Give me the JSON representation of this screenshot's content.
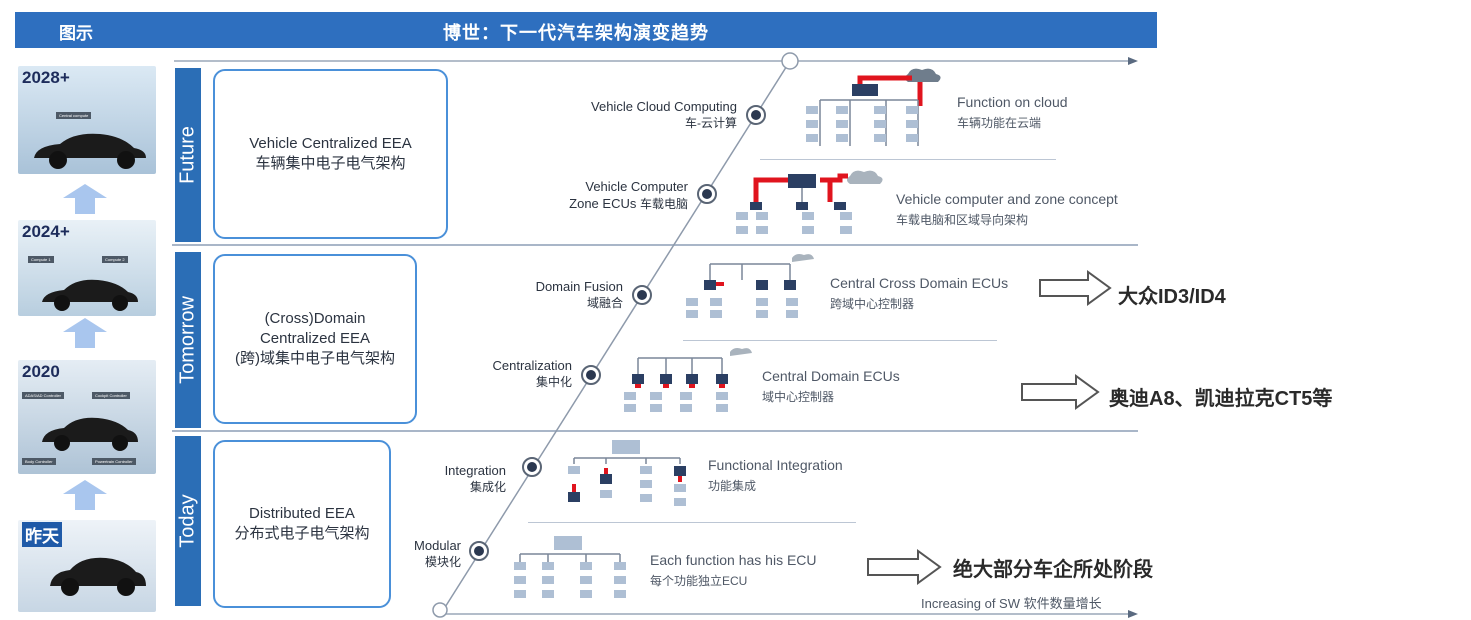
{
  "header": {
    "left_title": "图示",
    "main_title": "博世：下一代汽车架构演变趋势"
  },
  "thumbnails": [
    {
      "year": "2028+",
      "chips": [
        "Central compute"
      ]
    },
    {
      "year": "2024+",
      "chips": [
        "Compute 1",
        "Compute 2"
      ]
    },
    {
      "year": "2020",
      "chips": [
        "ADAS/AD Controller",
        "Cockpit Controller",
        "Body Controller",
        "Powertrain Controller"
      ]
    },
    {
      "year": "昨天",
      "chips": []
    }
  ],
  "stages": [
    {
      "band": "Future",
      "box_en": "Vehicle Centralized EEA",
      "box_cn": "车辆集中电子电气架构"
    },
    {
      "band": "Tomorrow",
      "box_en_1": "(Cross)Domain",
      "box_en_2": "Centralized EEA",
      "box_cn": "(跨)域集中电子电气架构"
    },
    {
      "band": "Today",
      "box_en": "Distributed EEA",
      "box_cn": "分布式电子电气架构"
    }
  ],
  "nodes": [
    {
      "en": "Vehicle Cloud Computing",
      "cn": "车-云计算"
    },
    {
      "en_1": "Vehicle Computer",
      "en_2": "Zone ECUs",
      "cn": "车载电脑"
    },
    {
      "en": "Domain Fusion",
      "cn": "域融合"
    },
    {
      "en": "Centralization",
      "cn": "集中化"
    },
    {
      "en": "Integration",
      "cn": "集成化"
    },
    {
      "en": "Modular",
      "cn": "模块化"
    }
  ],
  "descriptions": [
    {
      "en": "Function on cloud",
      "cn": "车辆功能在云端"
    },
    {
      "en": "Vehicle computer and zone concept",
      "cn": "车载电脑和区域导向架构"
    },
    {
      "en": "Central Cross Domain ECUs",
      "cn": "跨域中心控制器"
    },
    {
      "en": "Central Domain ECUs",
      "cn": "域中心控制器"
    },
    {
      "en": "Functional Integration",
      "cn": "功能集成"
    },
    {
      "en": "Each function has his ECU",
      "cn": "每个功能独立ECU"
    }
  ],
  "axis_label": "Increasing of SW 软件数量增长",
  "examples": [
    {
      "text": "大众ID3/ID4"
    },
    {
      "text": "奥迪A8、凯迪拉克CT5等"
    },
    {
      "text": "绝大部分车企所处阶段"
    }
  ],
  "colors": {
    "header": "#2e6fbf",
    "band": "#2b6eb6",
    "box_border": "#4a90d9",
    "ecu": "#aebfd4",
    "highlight": "#e0141e"
  }
}
